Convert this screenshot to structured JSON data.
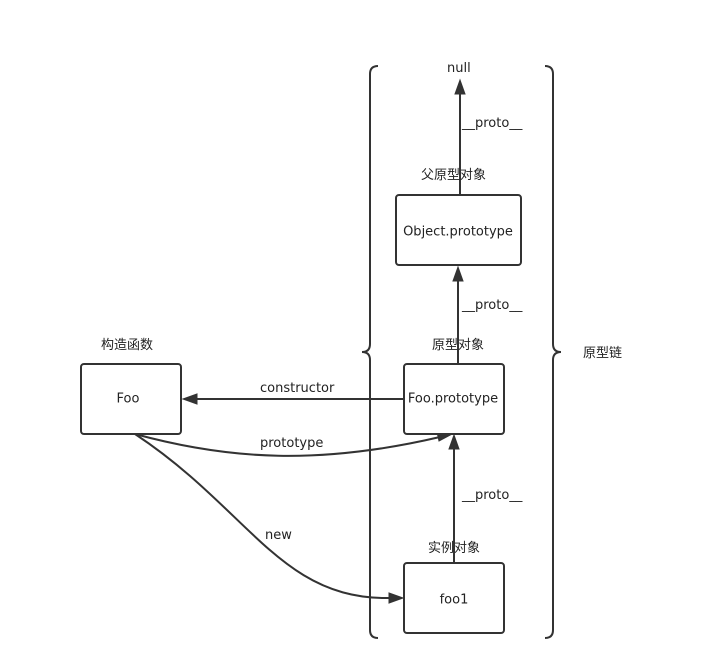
{
  "nodes": {
    "null": "null",
    "object_prototype": "Object.prototype",
    "foo_prototype": "Foo.prototype",
    "foo": "Foo",
    "foo1": "foo1"
  },
  "captions": {
    "parent_prototype_object": "父原型对象",
    "prototype_object": "原型对象",
    "constructor_function": "构造函数",
    "instance_object": "实例对象",
    "prototype_chain": "原型链"
  },
  "edges": {
    "object_proto": "__proto__",
    "foo_prototype_proto": "__proto__",
    "foo1_proto": "__proto__",
    "constructor": "constructor",
    "prototype": "prototype",
    "new": "new"
  }
}
